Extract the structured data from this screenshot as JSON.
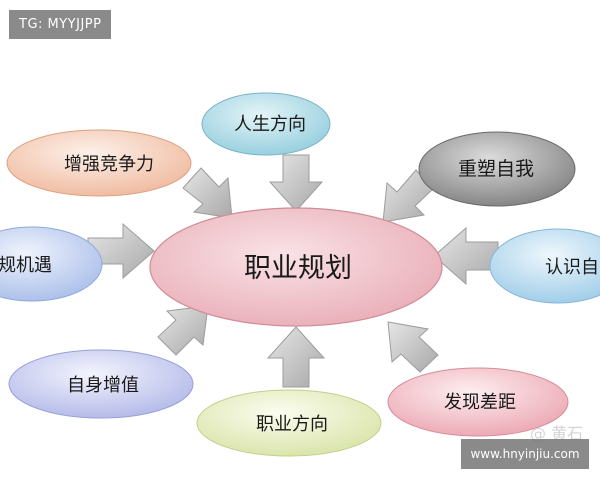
{
  "watermark_top": "TG: MYYJJPP",
  "watermark_bottom": "www.hnyinjiu.com",
  "faint_logo": "@ 黄石",
  "diagram": {
    "center": {
      "label": "职业规划",
      "color": "#f2c8cf"
    },
    "nodes": [
      {
        "key": "life-direction",
        "label": "人生方向",
        "color": "#bfe3ec"
      },
      {
        "key": "rebuild-self",
        "label": "重塑自我",
        "color": "#9a9a9a"
      },
      {
        "key": "know-self",
        "label": "认识自",
        "color": "#bfe0f2"
      },
      {
        "key": "find-gap",
        "label": "发现差距",
        "color": "#f6cbd3"
      },
      {
        "key": "career-direction",
        "label": "职业方向",
        "color": "#eef3d2"
      },
      {
        "key": "self-value",
        "label": "自身增值",
        "color": "#d7daf3"
      },
      {
        "key": "opportunity",
        "label": "规机遇",
        "color": "#cfdaf4"
      },
      {
        "key": "competitiveness",
        "label": "增强竞争力",
        "color": "#f6d6c4"
      }
    ],
    "arrow_color": "#b5b5b5"
  }
}
